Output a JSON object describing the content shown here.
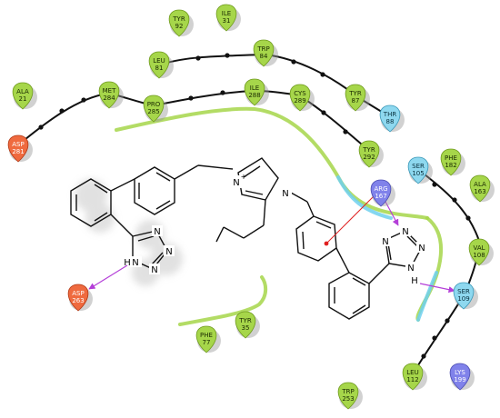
{
  "colors": {
    "hydrophobic": "#a6d64a",
    "hydrophobic_dark": "#6f9a1e",
    "polar": "#8ed8ef",
    "polar_dark": "#3a98b8",
    "negative": "#ef6a3f",
    "negative_dark": "#b23a16",
    "positive": "#8082ea",
    "positive_dark": "#4b4cb2",
    "hbond": "#b43fd8",
    "backbone": "#111111",
    "pocket_green": "#a6d64a",
    "pocket_blue": "#6fd0ee"
  },
  "residues": [
    {
      "id": "tyr92",
      "name": "TYR",
      "num": "92",
      "type": "hydrophobic"
    },
    {
      "id": "ile31",
      "name": "ILE",
      "num": "31",
      "type": "hydrophobic"
    },
    {
      "id": "leu81",
      "name": "LEU",
      "num": "81",
      "type": "hydrophobic"
    },
    {
      "id": "trp84",
      "name": "TRP",
      "num": "84",
      "type": "hydrophobic"
    },
    {
      "id": "ala21",
      "name": "ALA",
      "num": "21",
      "type": "hydrophobic"
    },
    {
      "id": "met284",
      "name": "MET",
      "num": "284",
      "type": "hydrophobic"
    },
    {
      "id": "pro285",
      "name": "PRO",
      "num": "285",
      "type": "hydrophobic"
    },
    {
      "id": "ile288",
      "name": "ILE",
      "num": "288",
      "type": "hydrophobic"
    },
    {
      "id": "cys289",
      "name": "CYS",
      "num": "289",
      "type": "hydrophobic"
    },
    {
      "id": "tyr87",
      "name": "TYR",
      "num": "87",
      "type": "hydrophobic"
    },
    {
      "id": "thr88",
      "name": "THR",
      "num": "88",
      "type": "polar"
    },
    {
      "id": "asp281",
      "name": "ASP",
      "num": "281",
      "type": "negative"
    },
    {
      "id": "tyr292",
      "name": "TYR",
      "num": "292",
      "type": "hydrophobic"
    },
    {
      "id": "phe182",
      "name": "PHE",
      "num": "182",
      "type": "hydrophobic"
    },
    {
      "id": "ser105",
      "name": "SER",
      "num": "105",
      "type": "polar"
    },
    {
      "id": "ala163",
      "name": "ALA",
      "num": "163",
      "type": "hydrophobic"
    },
    {
      "id": "arg167",
      "name": "ARG",
      "num": "167",
      "type": "positive"
    },
    {
      "id": "val108",
      "name": "VAL",
      "num": "108",
      "type": "hydrophobic"
    },
    {
      "id": "ser109",
      "name": "SER",
      "num": "109",
      "type": "polar"
    },
    {
      "id": "asp263",
      "name": "ASP",
      "num": "263",
      "type": "negative"
    },
    {
      "id": "phe77",
      "name": "PHE",
      "num": "77",
      "type": "hydrophobic"
    },
    {
      "id": "tyr35",
      "name": "TYR",
      "num": "35",
      "type": "hydrophobic"
    },
    {
      "id": "leu112",
      "name": "LEU",
      "num": "112",
      "type": "hydrophobic"
    },
    {
      "id": "lys199",
      "name": "LYS",
      "num": "199",
      "type": "positive"
    },
    {
      "id": "trp253",
      "name": "TRP",
      "num": "253",
      "type": "hydrophobic"
    }
  ],
  "atoms": {
    "n_plus": "N",
    "plus": "+",
    "n_imid2": "N",
    "tet1_n1": "N",
    "tet1_n2": "N",
    "tet1_n3": "N",
    "tet1_nh": "N",
    "tet1_h": "H",
    "tet2_n1": "N",
    "tet2_n2": "N",
    "tet2_n3": "N",
    "tet2_nh": "N",
    "tet2_h": "H"
  }
}
